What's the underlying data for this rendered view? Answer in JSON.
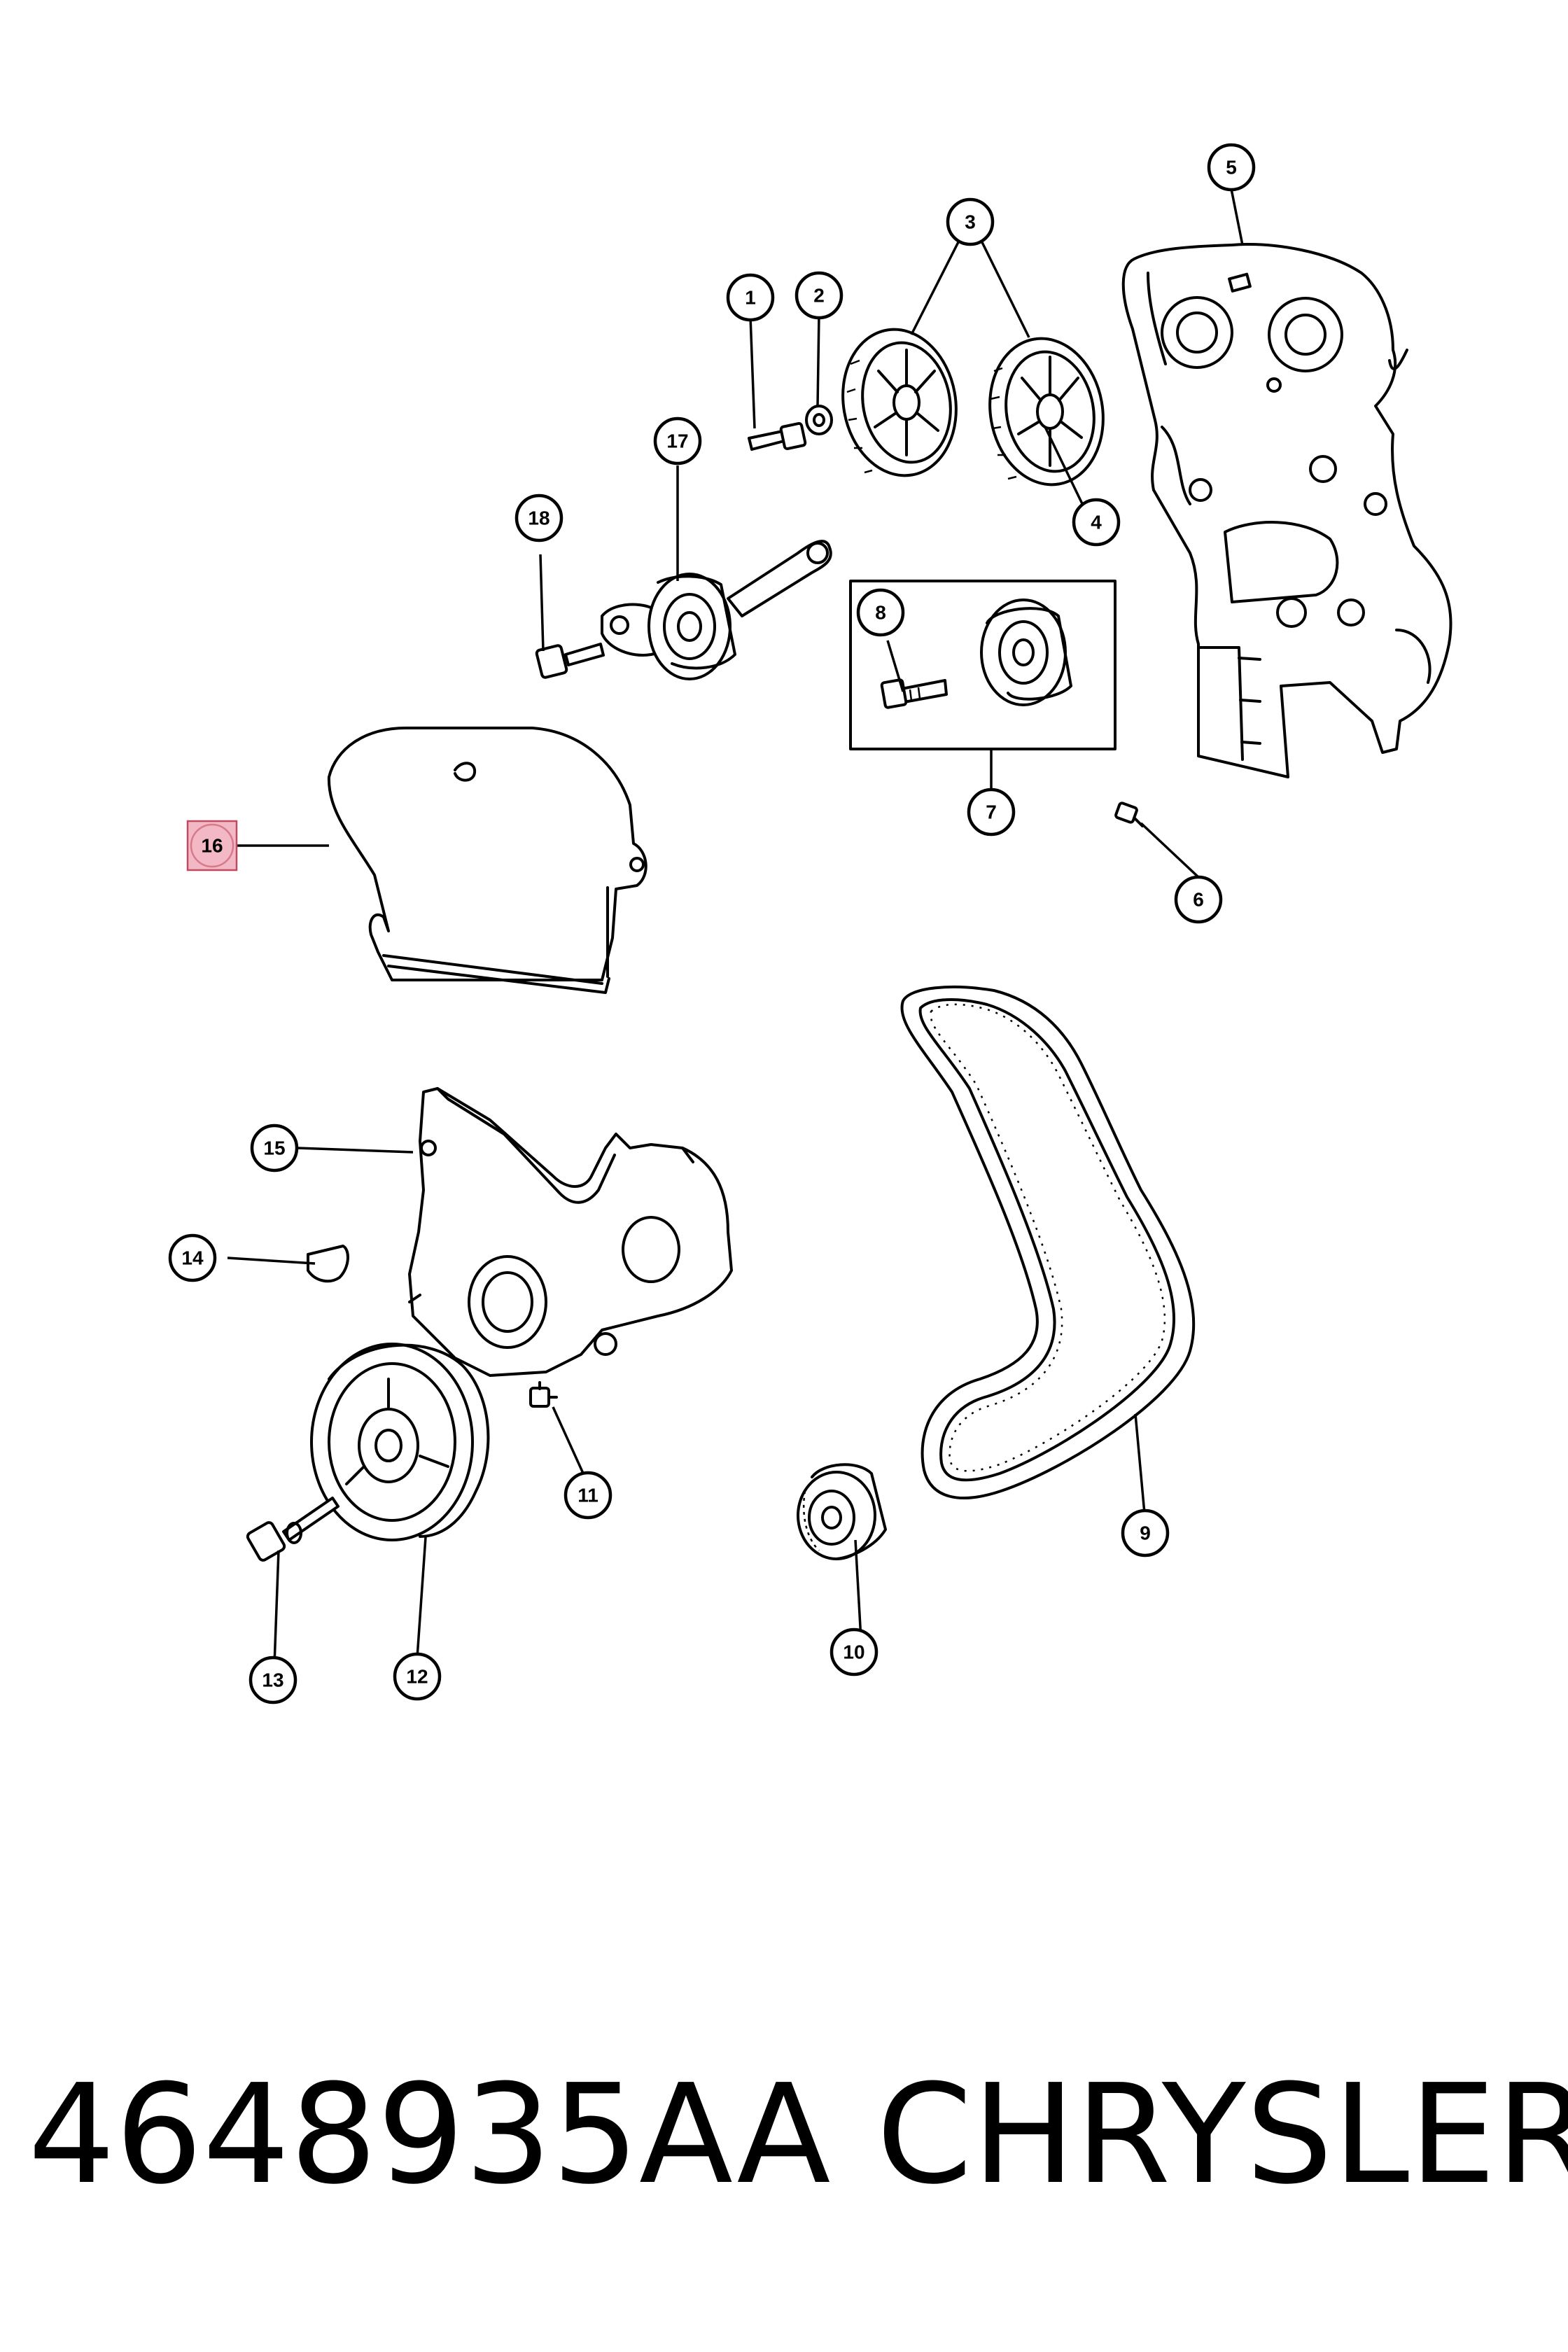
{
  "diagram": {
    "callouts": [
      {
        "id": "1",
        "label": "1"
      },
      {
        "id": "2",
        "label": "2"
      },
      {
        "id": "3",
        "label": "3"
      },
      {
        "id": "4",
        "label": "4"
      },
      {
        "id": "5",
        "label": "5"
      },
      {
        "id": "6",
        "label": "6"
      },
      {
        "id": "7",
        "label": "7"
      },
      {
        "id": "8",
        "label": "8"
      },
      {
        "id": "9",
        "label": "9"
      },
      {
        "id": "10",
        "label": "10"
      },
      {
        "id": "11",
        "label": "11"
      },
      {
        "id": "12",
        "label": "12"
      },
      {
        "id": "13",
        "label": "13"
      },
      {
        "id": "14",
        "label": "14"
      },
      {
        "id": "15",
        "label": "15"
      },
      {
        "id": "16",
        "label": "16",
        "highlighted": true
      },
      {
        "id": "17",
        "label": "17"
      },
      {
        "id": "18",
        "label": "18"
      }
    ],
    "highlight_color": "#f2b8c3"
  },
  "footer": {
    "part_number": "4648935AA",
    "brand": "CHRYSLER"
  }
}
